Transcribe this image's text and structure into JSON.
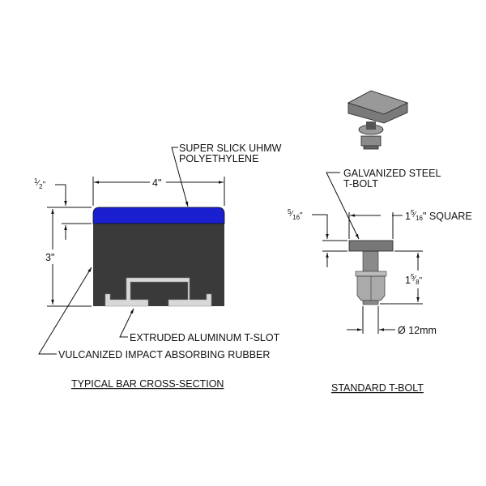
{
  "cross_section": {
    "title": "TYPICAL BAR CROSS-SECTION",
    "top_material_line1": "SUPER SLICK UHMW",
    "top_material_line2": "POLYETHYLENE",
    "slot_label": "EXTRUDED ALUMINUM T-SLOT",
    "body_label": "VULCANIZED IMPACT ABSORBING RUBBER",
    "width_dim": "4\"",
    "height_dim": "3\"",
    "cap_dim": {
      "num": "1",
      "den": "2",
      "suffix": "\""
    },
    "colors": {
      "cap": "#1a1fd0",
      "rubber": "#3a3a3a",
      "aluminum": "#d8d8d8"
    }
  },
  "t_bolt": {
    "title": "STANDARD T-BOLT",
    "label_line1": "GALVANIZED STEEL",
    "label_line2": "T-BOLT",
    "head_thickness": {
      "num": "5",
      "den": "16",
      "suffix": "\""
    },
    "head_size": {
      "whole": "1",
      "num": "5",
      "den": "16",
      "suffix": "\" SQUARE"
    },
    "shank_length": {
      "whole": "1",
      "num": "5",
      "den": "8",
      "suffix": "\""
    },
    "diameter": "Ø 12mm"
  }
}
